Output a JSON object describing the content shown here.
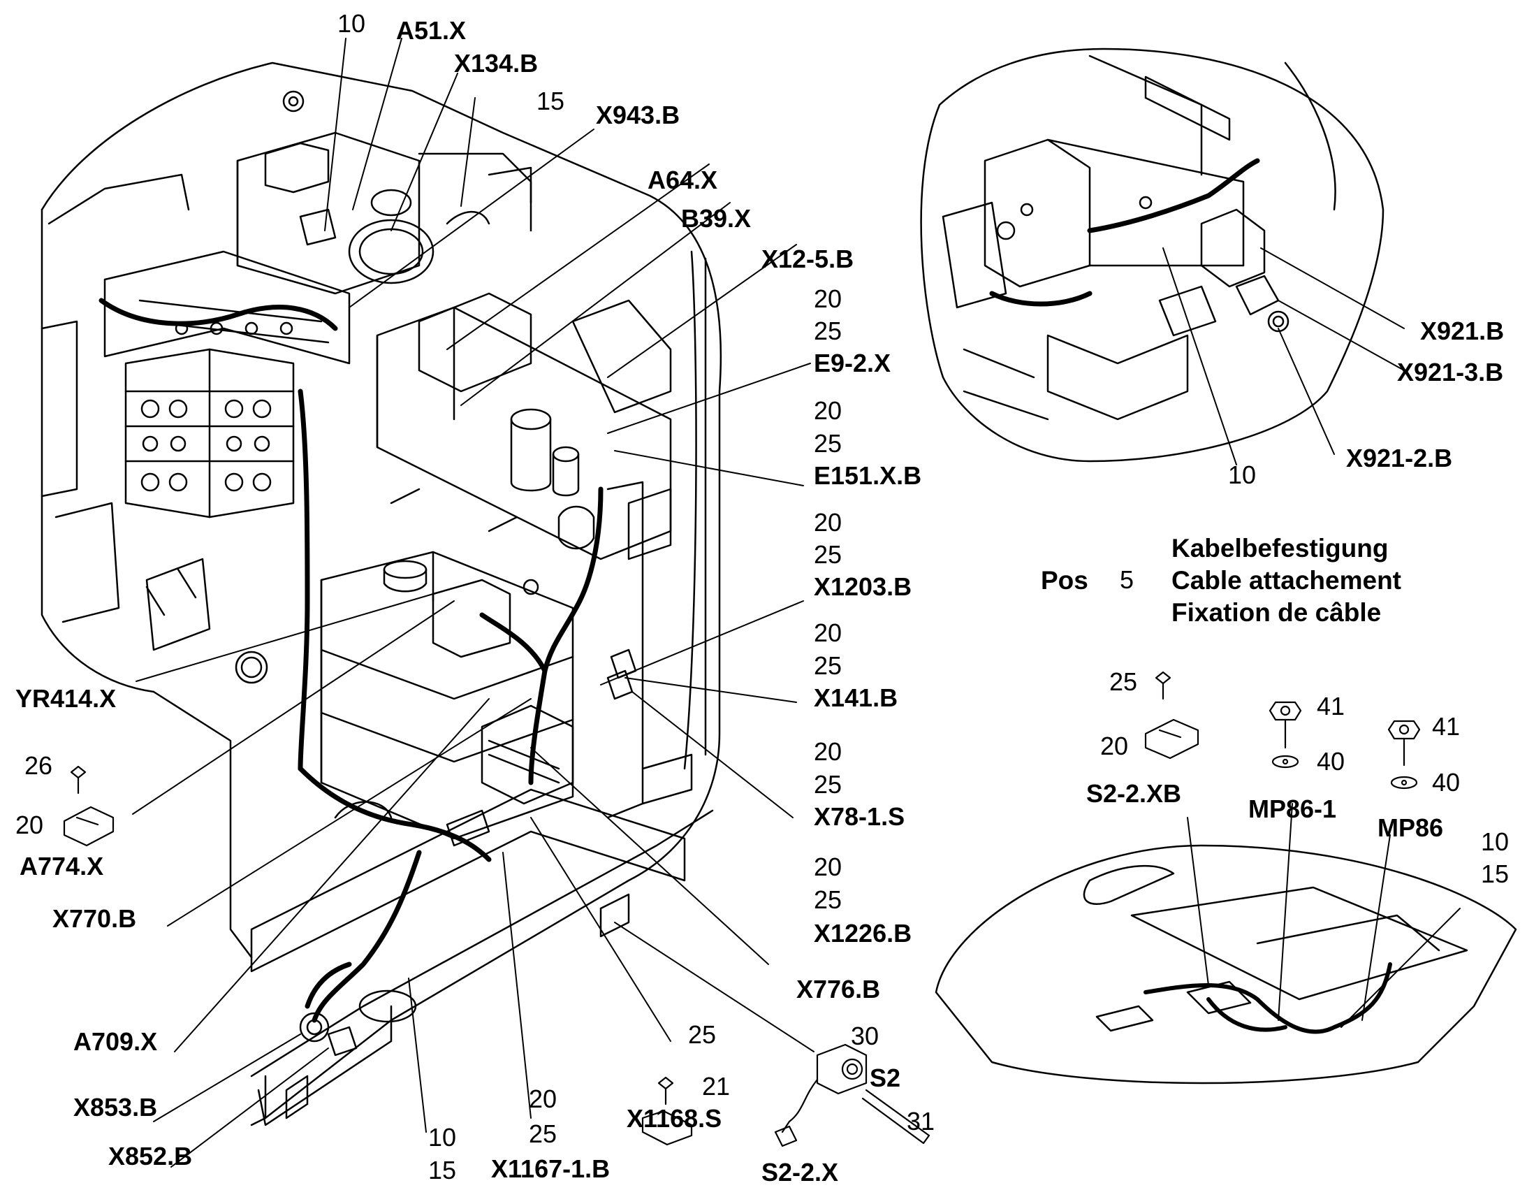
{
  "labels": {
    "n10_top": "10",
    "a51x": "A51.X",
    "x134b": "X134.B",
    "n15_top": "15",
    "x943b": "X943.B",
    "a64x": "A64.X",
    "b39x": "B39.X",
    "x12_5b": "X12-5.B",
    "n20_a": "20",
    "n25_a": "25",
    "e9_2x": "E9-2.X",
    "n20_b": "20",
    "n25_b": "25",
    "e151xb": "E151.X.B",
    "n20_c": "20",
    "n25_c": "25",
    "x1203b": "X1203.B",
    "n20_d": "20",
    "n25_d": "25",
    "x141b": "X141.B",
    "n20_e": "20",
    "n25_e": "25",
    "x78_1s": "X78-1.S",
    "n20_f": "20",
    "n25_f": "25",
    "x1226b": "X1226.B",
    "x776b": "X776.B",
    "yr414x": "YR414.X",
    "n26": "26",
    "n20_g": "20",
    "a774x": "A774.X",
    "x770b": "X770.B",
    "a709x": "A709.X",
    "x853b": "X853.B",
    "x852b": "X852.B",
    "n10_bot": "10",
    "n15_bot": "15",
    "n20_h": "20",
    "n25_h": "25",
    "x1167_1b": "X1167-1.B",
    "n25_i": "25",
    "n21": "21",
    "x1168s": "X1168.S",
    "n30": "30",
    "s2": "S2",
    "n31": "31",
    "s2_2x": "S2-2.X",
    "x921b": "X921.B",
    "x921_3b": "X921-3.B",
    "x921_2b": "X921-2.B",
    "n10_inset": "10",
    "pos": "Pos",
    "pos_num": "5",
    "kabel_de": "Kabelbefestigung",
    "kabel_en": "Cable attachement",
    "kabel_fr": "Fixation de câble",
    "n25_j": "25",
    "n20_j": "20",
    "s2_2xb": "S2-2.XB",
    "n41_a": "41",
    "n40_a": "40",
    "mp86_1": "MP86-1",
    "n41_b": "41",
    "n40_b": "40",
    "mp86": "MP86",
    "n10_r": "10",
    "n15_r": "15"
  }
}
